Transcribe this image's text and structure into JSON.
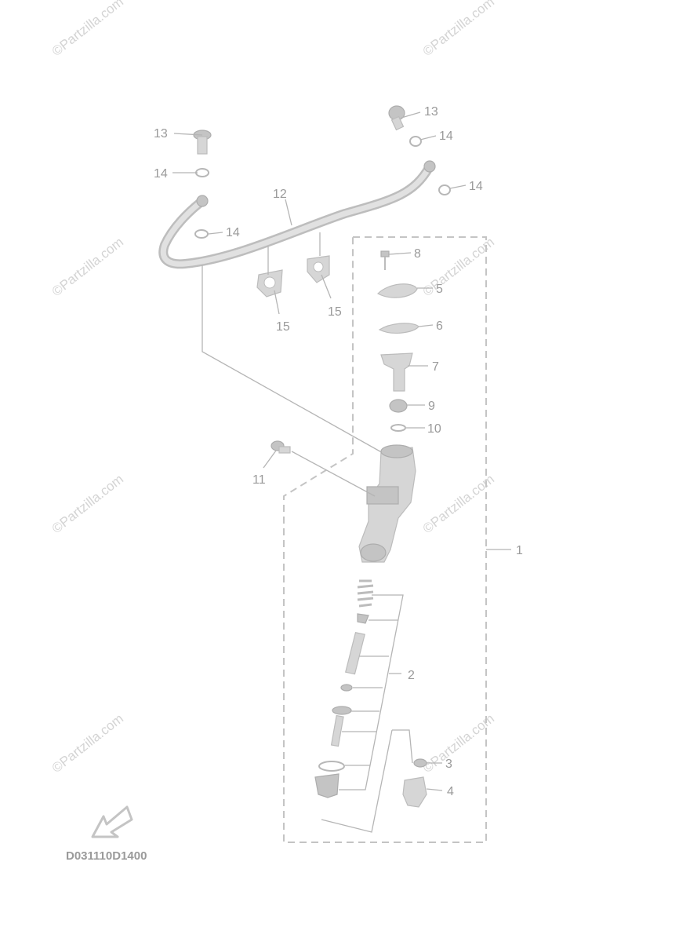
{
  "callouts": {
    "p1": "1",
    "p2": "2",
    "p3": "3",
    "p4": "4",
    "p5": "5",
    "p6": "6",
    "p7": "7",
    "p8": "8",
    "p9": "9",
    "p10": "10",
    "p11": "11",
    "p12": "12",
    "p13a": "13",
    "p13b": "13",
    "p14a": "14",
    "p14b": "14",
    "p14c": "14",
    "p14d": "14",
    "p15a": "15",
    "p15b": "15"
  },
  "diagram_code": "D031110D1400",
  "watermark": "©Partzilla.com",
  "colors": {
    "linework": "#b5b5b5",
    "parts": "#d6d6d6",
    "text": "#9a9a9a",
    "watermark": "#d4d4d4"
  }
}
